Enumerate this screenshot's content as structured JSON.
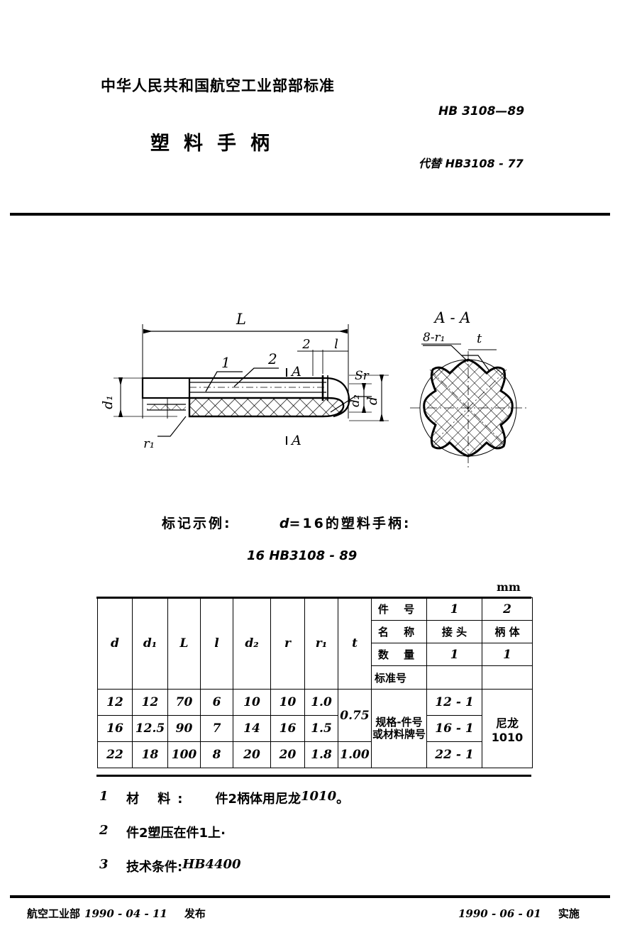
{
  "header": {
    "ministry": "中华人民共和国航空工业部部标准",
    "title": "塑料手柄",
    "standard_no": "HB 3108—89",
    "replaces": "代替 HB3108 - 77"
  },
  "drawing": {
    "section_view_title": "A - A",
    "labels": {
      "length_L": "L",
      "length_l": "l",
      "dia_d1": "d₁",
      "dia_d2": "d₂",
      "dia_d": "d",
      "radius_r1": "r₁",
      "sphere_r": "Sr",
      "part_1": "1",
      "part_2": "2",
      "dim_2": "2",
      "section_mark_top": "A",
      "section_mark_bottom": "A",
      "flutes": "8-r₁",
      "thickness_t": "t"
    }
  },
  "marking_example": {
    "label": "标记示例:",
    "description_prefix": "d",
    "description": "=16的塑料手柄:",
    "designation": "16 HB3108 - 89"
  },
  "table": {
    "unit": "mm",
    "dim_headers": [
      "d",
      "d₁",
      "L",
      "l",
      "d₂",
      "r",
      "r₁",
      "t"
    ],
    "rows": [
      {
        "d": "12",
        "d1": "12",
        "L": "70",
        "l": "6",
        "d2": "10",
        "r": "10",
        "r1": "1.0",
        "spec": "12 - 1"
      },
      {
        "d": "16",
        "d1": "12.5",
        "L": "90",
        "l": "7",
        "d2": "14",
        "r": "16",
        "r1": "1.5",
        "spec": "16 - 1"
      },
      {
        "d": "22",
        "d1": "18",
        "L": "100",
        "l": "8",
        "d2": "20",
        "r": "20",
        "r1": "1.8",
        "spec": "22 - 1"
      }
    ],
    "t_group_1": "0.75",
    "t_group_2": "1.00",
    "parts": {
      "row_part_no": "件      号",
      "row_name": "名      称",
      "row_qty": "数      量",
      "row_std_no": "标准号",
      "row_spec_material": "规格-件号或材料牌号",
      "part_numbers": [
        "1",
        "2"
      ],
      "names": [
        "接  头",
        "柄  体"
      ],
      "quantities": [
        "1",
        "1"
      ],
      "std_numbers": [
        "",
        ""
      ],
      "material": "尼龙1010"
    }
  },
  "notes": [
    {
      "index": "1",
      "label": "材      料:",
      "text": "件2柄体用尼龙",
      "ital": "1010",
      "tail": "。"
    },
    {
      "index": "2",
      "label": "",
      "text": "件2塑压在件1上",
      "ital": "",
      "tail": "."
    },
    {
      "index": "3",
      "label": "",
      "text": "技术条件:",
      "ital": "HB4400",
      "tail": ""
    }
  ],
  "footer": {
    "issuer": "航空工业部",
    "issue_date": "1990 - 04 - 11",
    "issue_action": "发布",
    "effective_date": "1990 - 06 - 01",
    "effective_action": "实施"
  }
}
